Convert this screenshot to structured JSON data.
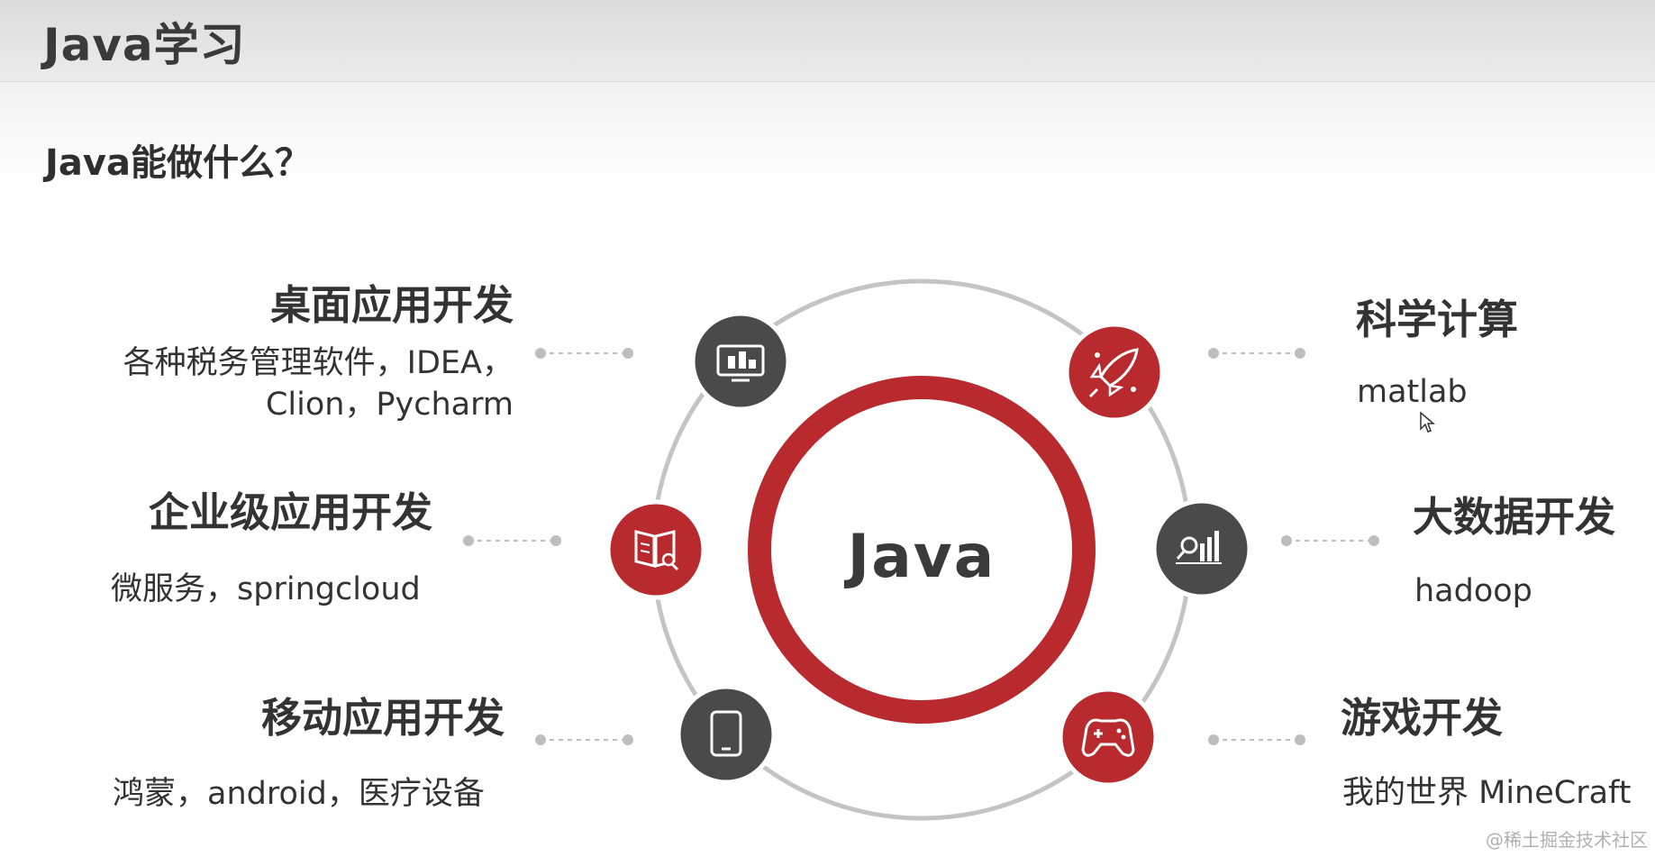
{
  "header": {
    "title": "Java学习"
  },
  "subtitle": "Java能做什么？",
  "center": {
    "label": "Java"
  },
  "items": [
    {
      "heading": "桌面应用开发",
      "desc": [
        "各种税务管理软件，IDEA，",
        "Clion，Pycharm"
      ],
      "icon": "monitor-icon",
      "color": "#4a4a4a"
    },
    {
      "heading": "企业级应用开发",
      "desc": [
        "微服务，springcloud"
      ],
      "icon": "book-search-icon",
      "color": "#b82a2e"
    },
    {
      "heading": "移动应用开发",
      "desc": [
        "鸿蒙，android，医疗设备"
      ],
      "icon": "tablet-icon",
      "color": "#4a4a4a"
    },
    {
      "heading": "科学计算",
      "desc": [
        "matlab"
      ],
      "icon": "rocket-icon",
      "color": "#b82a2e"
    },
    {
      "heading": "大数据开发",
      "desc": [
        "hadoop"
      ],
      "icon": "chart-search-icon",
      "color": "#4a4a4a"
    },
    {
      "heading": "游戏开发",
      "desc": [
        "我的世界 MineCraft"
      ],
      "icon": "gamepad-icon",
      "color": "#b82a2e"
    }
  ],
  "watermark": "@稀土掘金技术社区",
  "colors": {
    "accent": "#b82a2e",
    "dark": "#4a4a4a",
    "ring": "#c4c4c4"
  }
}
